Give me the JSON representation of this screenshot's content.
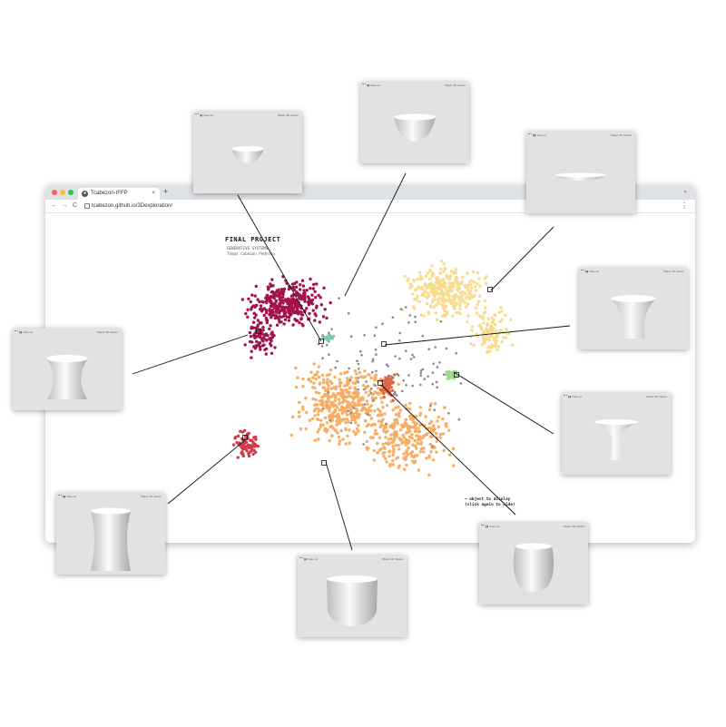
{
  "browser": {
    "tab_title": "Tcabezon-IFFP",
    "tab_close": "×",
    "new_tab": "+",
    "url": "tcabezon.github.io/3Dexploration/",
    "back": "←",
    "forward": "→",
    "reload": "C",
    "menu": "⋮",
    "tab_menu": "⌄",
    "window_colors": [
      "#ff5f57",
      "#febc2e",
      "#28c840"
    ]
  },
  "page": {
    "title": "FINAL PROJECT",
    "subtitle": "GENERATIVE SYSTEMS",
    "author": "Tomas Cabezon Pedroso",
    "hint_line1": "→ object to display",
    "hint_line2": "(click again to hide)"
  },
  "clusters": [
    {
      "name": "crimson",
      "color": "#a3124a"
    },
    {
      "name": "light-yellow",
      "color": "#f7dc8c"
    },
    {
      "name": "orange",
      "color": "#f7ad63"
    },
    {
      "name": "red",
      "color": "#d23b4c"
    },
    {
      "name": "dark-orange",
      "color": "#e8623a"
    },
    {
      "name": "green",
      "color": "#9ed98f"
    },
    {
      "name": "teal",
      "color": "#7ec9a8"
    },
    {
      "name": "gray",
      "color": "#888888"
    }
  ],
  "popups": [
    {
      "shape": "shallow-bowl",
      "label": "▮▮ Vase ud",
      "right": "Object 3D Viewer"
    },
    {
      "shape": "deep-bowl",
      "label": "▮▮ Vase ud",
      "right": "Object 3D Viewer"
    },
    {
      "shape": "plate",
      "label": "▮▮ Vase ud",
      "right": "Object 3D Viewer"
    },
    {
      "shape": "flared-vase",
      "label": "▮▮ Vase ud",
      "right": "Object 3D Viewer"
    },
    {
      "shape": "hourglass-vase",
      "label": "▮▮ Vase ud",
      "right": "Object 3D Viewer"
    },
    {
      "shape": "pedestal",
      "label": "▮▮ Vase ud",
      "right": "Object 3D Viewer"
    },
    {
      "shape": "tall-vase",
      "label": "▮▮ Vase ud",
      "right": "Object 3D Viewer"
    },
    {
      "shape": "cup",
      "label": "▮▮ Vase ud",
      "right": "Object 3D Viewer"
    },
    {
      "shape": "egg-vase",
      "label": "▮▮ Vase ud",
      "right": "Object 3D Viewer"
    }
  ]
}
